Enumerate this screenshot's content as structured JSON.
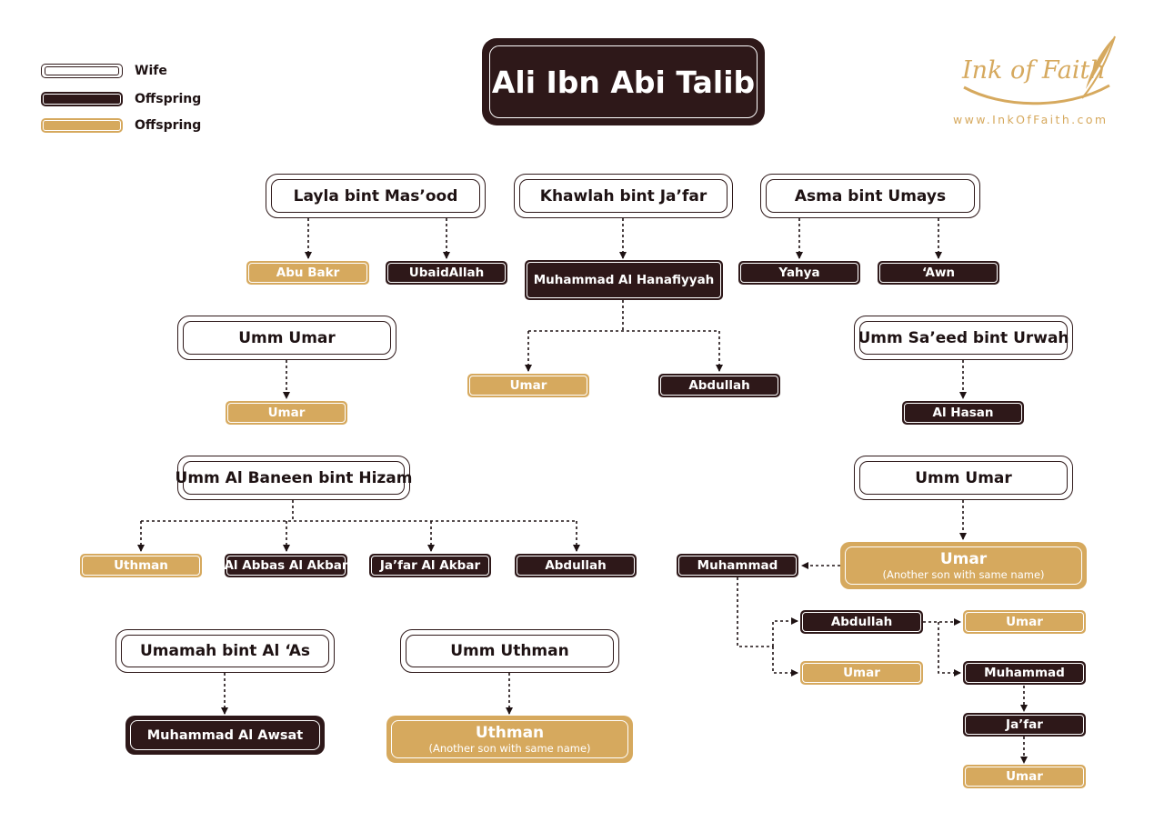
{
  "legend": [
    {
      "label": "Wife",
      "kind": "wife"
    },
    {
      "label": "Offspring",
      "kind": "dark"
    },
    {
      "label": "Offspring",
      "kind": "gold"
    }
  ],
  "root": "Ali Ibn Abi Talib",
  "brand": {
    "name": "Ink of Faith",
    "url": "www.InkOfFaith.com"
  },
  "colors": {
    "dark": "#2e1819",
    "gold": "#d6a95e",
    "background": "#ffffff"
  },
  "wives": {
    "layla": "Layla bint Mas’ood",
    "khawlah": "Khawlah bint Ja’far",
    "asma": "Asma bint Umays",
    "umm_umar_1": "Umm Umar",
    "umm_saeed": "Umm Sa’eed bint Urwah",
    "umm_al_baneen": "Umm Al Baneen bint Hizam",
    "umm_umar_2": "Umm Umar",
    "umamah": "Umamah bint Al ‘As",
    "umm_uthman": "Umm Uthman"
  },
  "offspring": {
    "abu_bakr": "Abu Bakr",
    "ubaidallah": "UbaidAllah",
    "muhammad_hanafiyyah": "Muhammad Al Hanafiyyah",
    "yahya": "Yahya",
    "awn": "‘Awn",
    "umar_a": "Umar",
    "umar_b": "Umar",
    "abdullah_a": "Abdullah",
    "al_hasan": "Al Hasan",
    "uthman_a": "Uthman",
    "al_abbas": "Al Abbas Al Akbar",
    "jafar_akbar": "Ja’far Al Akbar",
    "abdullah_b": "Abdullah",
    "umar_big": "Umar",
    "umar_big_note": "(Another son with same name)",
    "muhammad_a": "Muhammad",
    "abdullah_c": "Abdullah",
    "umar_c": "Umar",
    "umar_d": "Umar",
    "muhammad_b": "Muhammad",
    "jafar": "Ja’far",
    "umar_e": "Umar",
    "muhammad_awsat": "Muhammad Al Awsat",
    "uthman_big": "Uthman",
    "uthman_big_note": "(Another son with same name)"
  }
}
